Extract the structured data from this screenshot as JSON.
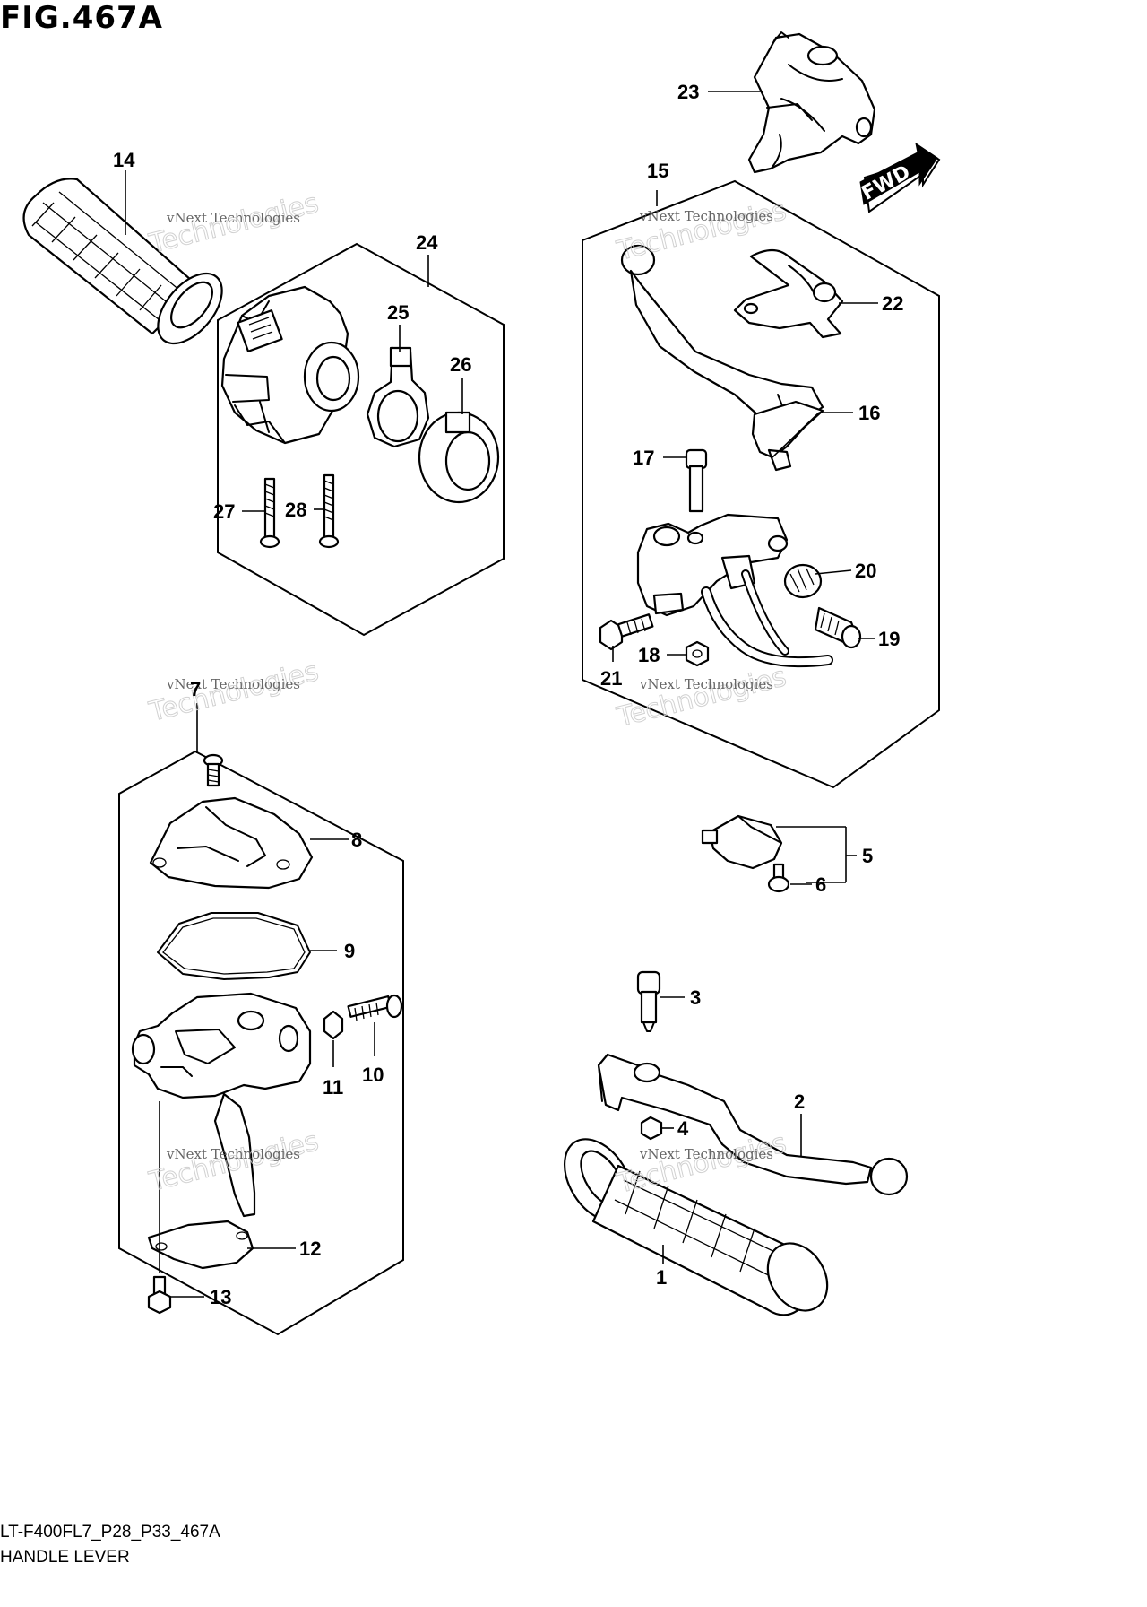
{
  "figure": {
    "title": "FIG.467A",
    "code": "LT-F400FL7_P28_P33_467A",
    "name": "HANDLE LEVER"
  },
  "watermark": {
    "line1": "vNext Technologies",
    "line2": "Technologies"
  },
  "callouts": [
    {
      "id": "c1",
      "label": "1"
    },
    {
      "id": "c2",
      "label": "2"
    },
    {
      "id": "c3",
      "label": "3"
    },
    {
      "id": "c4",
      "label": "4"
    },
    {
      "id": "c5",
      "label": "5"
    },
    {
      "id": "c6",
      "label": "6"
    },
    {
      "id": "c7",
      "label": "7"
    },
    {
      "id": "c8",
      "label": "8"
    },
    {
      "id": "c9",
      "label": "9"
    },
    {
      "id": "c10",
      "label": "10"
    },
    {
      "id": "c11",
      "label": "11"
    },
    {
      "id": "c12",
      "label": "12"
    },
    {
      "id": "c13",
      "label": "13"
    },
    {
      "id": "c14",
      "label": "14"
    },
    {
      "id": "c15",
      "label": "15"
    },
    {
      "id": "c16",
      "label": "16"
    },
    {
      "id": "c17",
      "label": "17"
    },
    {
      "id": "c18",
      "label": "18"
    },
    {
      "id": "c19",
      "label": "19"
    },
    {
      "id": "c20",
      "label": "20"
    },
    {
      "id": "c21",
      "label": "21"
    },
    {
      "id": "c22",
      "label": "22"
    },
    {
      "id": "c23",
      "label": "23"
    },
    {
      "id": "c24",
      "label": "24"
    },
    {
      "id": "c25",
      "label": "25"
    },
    {
      "id": "c26",
      "label": "26"
    },
    {
      "id": "c27",
      "label": "27"
    },
    {
      "id": "c28",
      "label": "28"
    }
  ],
  "direction_arrow": {
    "label": "FWD"
  },
  "colors": {
    "ink": "#000000",
    "paper": "#ffffff",
    "watermark": "#cccccc"
  }
}
